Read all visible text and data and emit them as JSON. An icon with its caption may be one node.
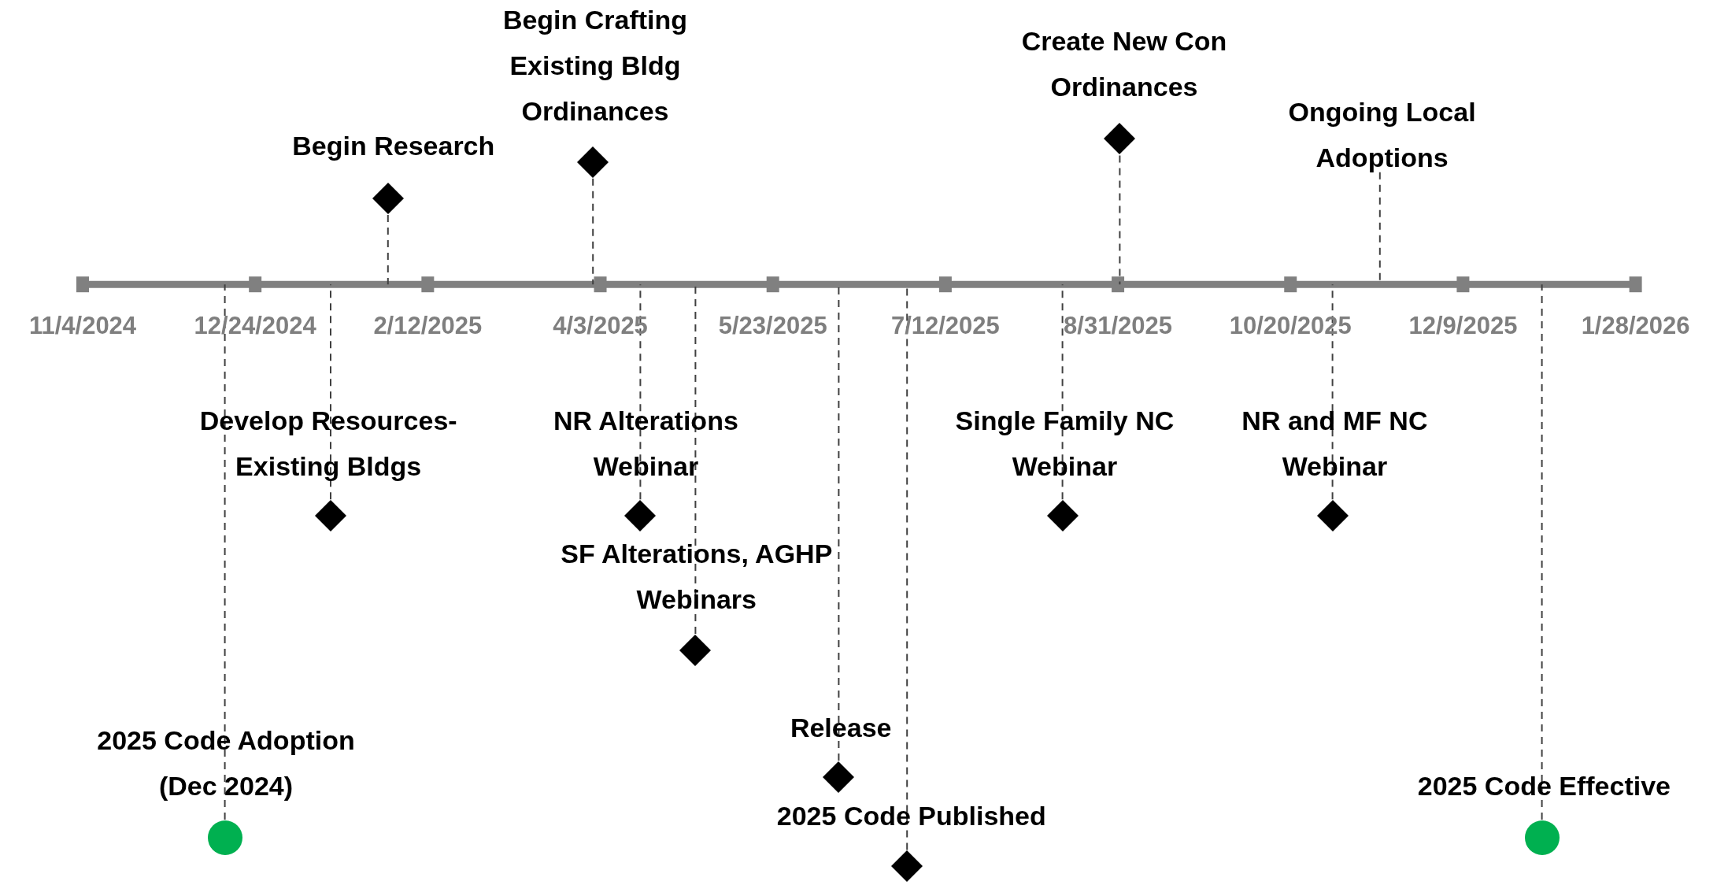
{
  "diagram": {
    "nodes": [
      {
        "text": [],
        "shape": "circle",
        "beside": [
          "2025 Code Adoption (Dec 2024)"
        ]
      },
      {
        "text": [],
        "shape": "diamond",
        "beside": [
          "Develop Resources-Existing Bldgs"
        ]
      },
      {
        "text": [],
        "shape": "diamond",
        "beside": [
          "Begin Research"
        ]
      },
      {
        "text": [],
        "shape": "diamond",
        "beside": [
          "Begin Crafting Existing Bldg Ordinances"
        ]
      },
      {
        "text": [],
        "shape": "diamond",
        "beside": [
          "NR Alterations Webinar"
        ]
      },
      {
        "text": [],
        "shape": "diamond",
        "beside": [
          "SF Alterations, AGHP Webinars"
        ]
      },
      {
        "text": [],
        "shape": "diamond",
        "beside": [
          "Release"
        ]
      },
      {
        "text": [],
        "shape": "diamond",
        "beside": [
          "2025 Code Published"
        ]
      },
      {
        "text": [],
        "shape": "diamond",
        "beside": [
          "Single Family NC Webinar"
        ]
      },
      {
        "text": [],
        "shape": "diamond",
        "beside": [
          "Create New Con Ordinances"
        ]
      },
      {
        "text": [],
        "shape": "diamond",
        "beside": [
          "NR and MF NC Webinar"
        ]
      },
      {
        "text": [
          "Ongoing Local Adoptions"
        ]
      },
      {
        "text": [],
        "shape": "circle",
        "beside": [
          "2025 Code Effective"
        ]
      }
    ],
    "edges": [
      {
        "from": 0,
        "to": null,
        "arrow": "none",
        "style": "dashed"
      },
      {
        "from": 1,
        "to": null,
        "arrow": "none",
        "style": "dashed"
      },
      {
        "from": 2,
        "to": null,
        "arrow": "none",
        "style": "dashed"
      },
      {
        "from": 3,
        "to": null,
        "arrow": "none",
        "style": "dashed"
      },
      {
        "from": 4,
        "to": null,
        "arrow": "none",
        "style": "dashed"
      },
      {
        "from": 5,
        "to": null,
        "arrow": "none",
        "style": "dashed"
      },
      {
        "from": 6,
        "to": null,
        "arrow": "none",
        "style": "dashed"
      },
      {
        "from": 7,
        "to": null,
        "arrow": "none",
        "style": "dashed"
      },
      {
        "from": 8,
        "to": null,
        "arrow": "none",
        "style": "dashed"
      },
      {
        "from": 9,
        "to": null,
        "arrow": "none",
        "style": "dashed"
      },
      {
        "from": 10,
        "to": null,
        "arrow": "none",
        "style": "dashed"
      },
      {
        "from": 11,
        "to": null,
        "arrow": "none",
        "style": "dashed"
      },
      {
        "from": 12,
        "to": null,
        "arrow": "none",
        "style": "dashed"
      }
    ],
    "labels": [
      "11/4/2024",
      "12/24/2024",
      "2/12/2025",
      "4/3/2025",
      "5/23/2025",
      "7/12/2025",
      "8/31/2025",
      "10/20/2025",
      "12/9/2025",
      "1/28/2026"
    ]
  }
}
